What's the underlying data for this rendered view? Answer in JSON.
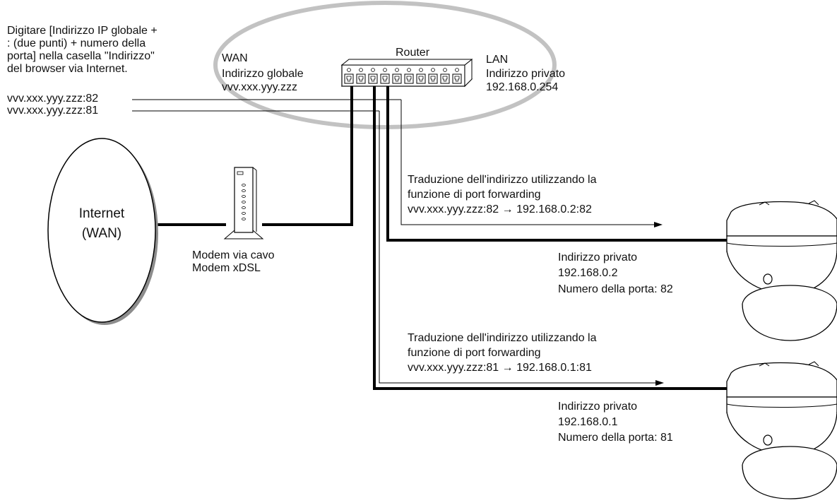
{
  "instruction": {
    "line1": "Digitare [Indirizzo IP globale +",
    "line2": ": (due punti) + numero della",
    "line3": "porta] nella casella \"Indirizzo\"",
    "line4": "del browser via Internet."
  },
  "addresses": {
    "port82": "vvv.xxx.yyy.zzz:82",
    "port81": "vvv.xxx.yyy.zzz:81"
  },
  "wan": {
    "title": "WAN",
    "label": "Indirizzo globale",
    "address": "vvv.xxx.yyy.zzz"
  },
  "router": {
    "label": "Router"
  },
  "lan": {
    "title": "LAN",
    "label": "Indirizzo privato",
    "address": "192.168.0.254"
  },
  "internet": {
    "line1": "Internet",
    "line2": "(WAN)"
  },
  "modem": {
    "line1": "Modem via cavo",
    "line2": "Modem xDSL"
  },
  "translation1": {
    "line1": "Traduzione dell'indirizzo utilizzando la",
    "line2": "funzione di port forwarding",
    "line3": "vvv.xxx.yyy.zzz:82 → 192.168.0.2:82"
  },
  "translation2": {
    "line1": "Traduzione dell'indirizzo utilizzando la",
    "line2": "funzione di port forwarding",
    "line3": "vvv.xxx.yyy.zzz:81 → 192.168.0.1:81"
  },
  "camera1": {
    "label": "Indirizzo privato",
    "address": "192.168.0.2",
    "port": "Numero della porta: 82"
  },
  "camera2": {
    "label": "Indirizzo privato",
    "address": "192.168.0.1",
    "port": "Numero della porta: 81"
  }
}
